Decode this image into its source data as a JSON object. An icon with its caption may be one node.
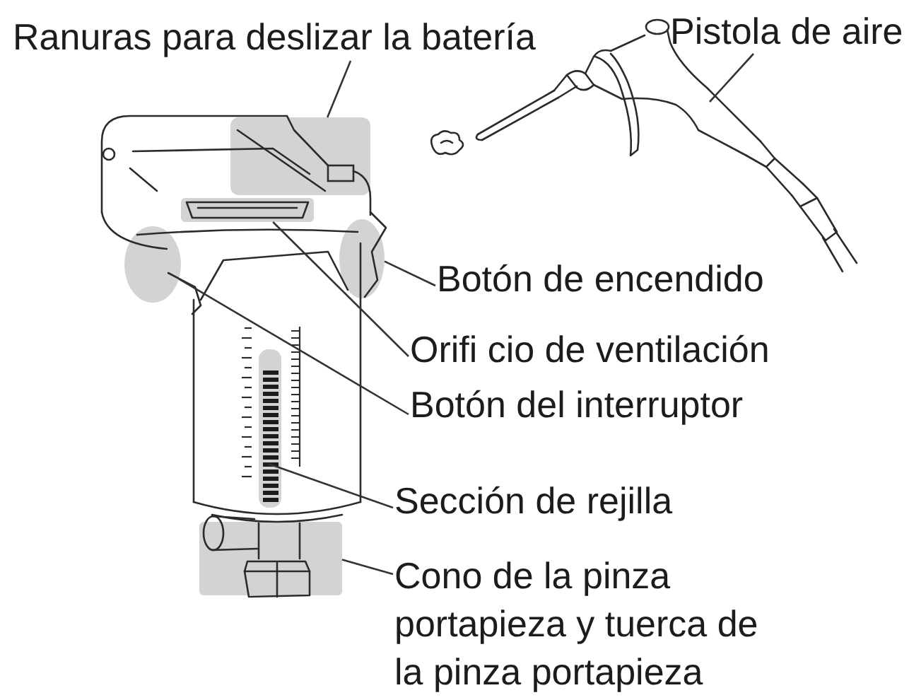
{
  "diagram": {
    "nodes": [
      {
        "text": [
          "Ranuras para deslizar la batería"
        ]
      },
      {
        "text": [
          "Pistola de aire"
        ]
      },
      {
        "text": [
          "Botón de encendido"
        ]
      },
      {
        "text": [
          "Orifi cio de ventilación"
        ]
      },
      {
        "text": [
          "Botón del interruptor"
        ]
      },
      {
        "text": [
          "Sección de rejilla"
        ]
      },
      {
        "text": [
          "Cono de la pinza portapieza y tuerca de la pinza portapieza"
        ]
      },
      {
        "text": [],
        "shape": "box"
      },
      {
        "text": [],
        "shape": "picture"
      },
      {
        "text": [],
        "shape": "circle"
      },
      {
        "text": [],
        "shape": "box"
      },
      {
        "text": [],
        "shape": "circle"
      },
      {
        "text": [],
        "shape": "picture"
      },
      {
        "text": [],
        "shape": "box"
      }
    ],
    "edges": [
      {
        "from": 0,
        "to": 7,
        "arrow": "none"
      },
      {
        "from": 1,
        "to": 8,
        "arrow": "none"
      },
      {
        "from": 2,
        "to": 11,
        "arrow": "none"
      },
      {
        "from": 3,
        "to": 10,
        "arrow": "none"
      },
      {
        "from": 4,
        "to": 9,
        "arrow": "none"
      },
      {
        "from": 5,
        "to": 12,
        "arrow": "none"
      },
      {
        "from": 6,
        "to": 13,
        "arrow": "none"
      }
    ]
  }
}
